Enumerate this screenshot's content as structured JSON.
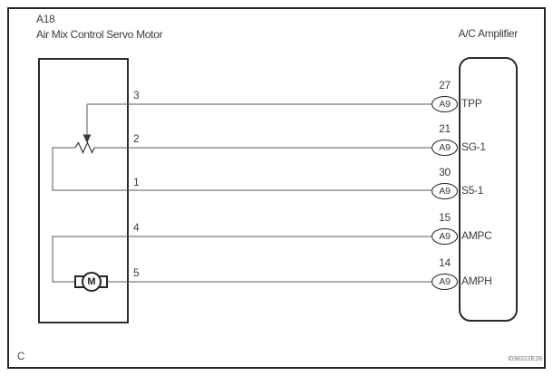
{
  "servo": {
    "id": "A18",
    "name": "Air Mix Control Servo Motor",
    "motor_label": "M"
  },
  "amplifier": {
    "title": "A/C Amplifier"
  },
  "rows": [
    {
      "wire": "3",
      "pin": "27",
      "connector": "A9",
      "signal": "TPP"
    },
    {
      "wire": "2",
      "pin": "21",
      "connector": "A9",
      "signal": "SG-1"
    },
    {
      "wire": "1",
      "pin": "30",
      "connector": "A9",
      "signal": "S5-1"
    },
    {
      "wire": "4",
      "pin": "15",
      "connector": "A9",
      "signal": "AMPC"
    },
    {
      "wire": "5",
      "pin": "14",
      "connector": "A9",
      "signal": "AMPH"
    }
  ],
  "page": {
    "corner_label": "C",
    "figure_code": "I038322E26"
  },
  "colors": {
    "wire": "#58585a",
    "component_border": "#2b2b2b",
    "text": "#3b3b3d"
  }
}
